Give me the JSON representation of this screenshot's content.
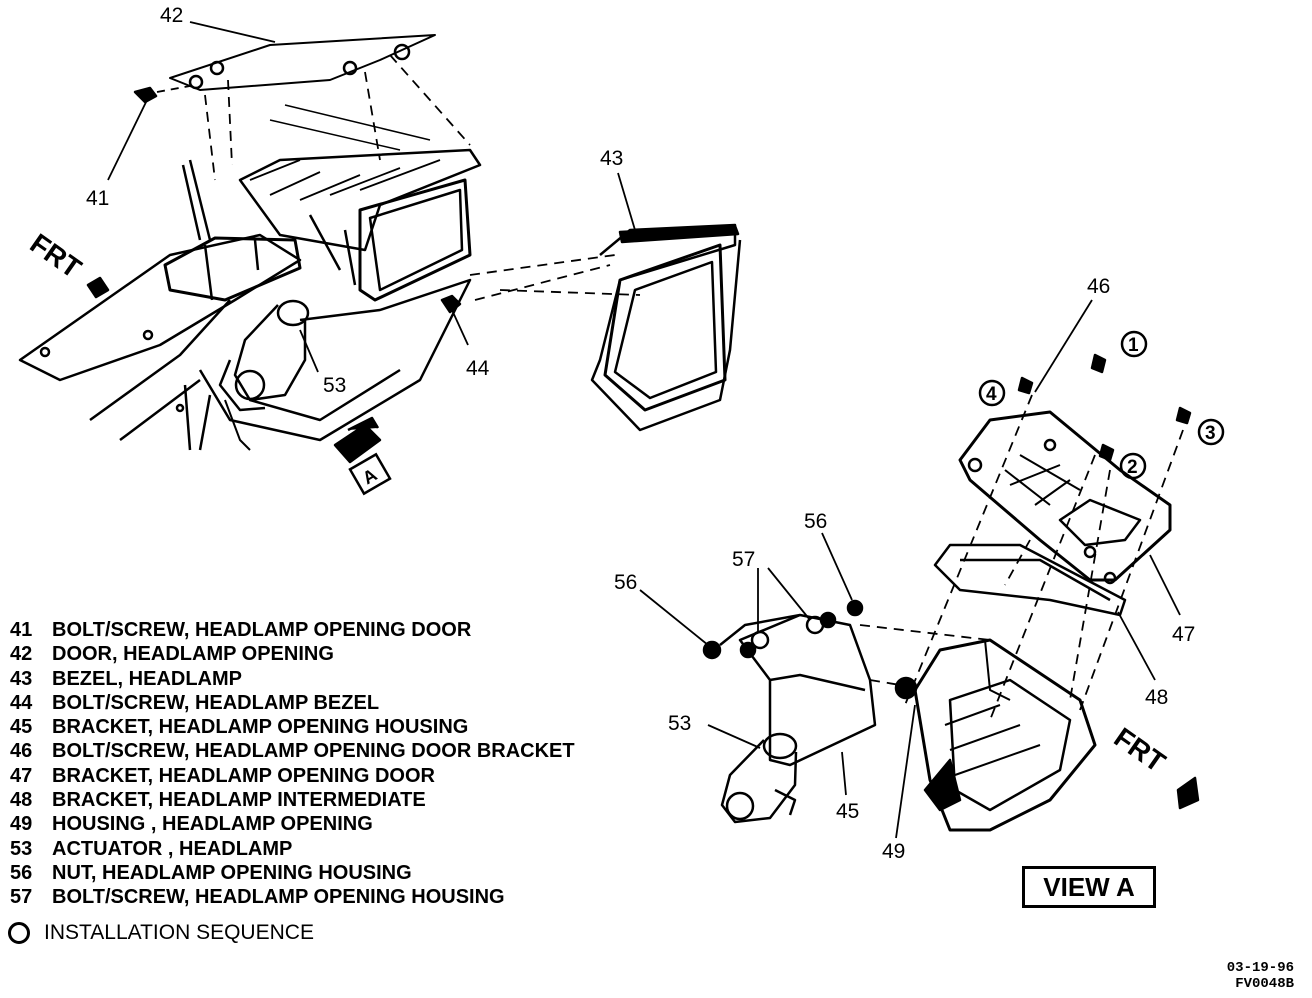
{
  "callouts": {
    "c41": "41",
    "c42": "42",
    "c43": "43",
    "c44": "44",
    "c53_top": "53",
    "c46": "46",
    "c56_right": "56",
    "c56_left": "56",
    "c57": "57",
    "c47": "47",
    "c48": "48",
    "c53_bottom": "53",
    "c45": "45",
    "c49": "49"
  },
  "sequence_markers": {
    "s1": "1",
    "s2": "2",
    "s3": "3",
    "s4": "4"
  },
  "view_marker": "A",
  "front_labels": {
    "top": "FRT",
    "bottom": "FRT"
  },
  "legend": [
    {
      "num": "41",
      "text": "BOLT/SCREW, HEADLAMP OPENING DOOR"
    },
    {
      "num": "42",
      "text": "DOOR, HEADLAMP OPENING"
    },
    {
      "num": "43",
      "text": "BEZEL, HEADLAMP"
    },
    {
      "num": "44",
      "text": "BOLT/SCREW, HEADLAMP BEZEL"
    },
    {
      "num": "45",
      "text": "BRACKET, HEADLAMP OPENING HOUSING"
    },
    {
      "num": "46",
      "text": "BOLT/SCREW, HEADLAMP OPENING DOOR BRACKET"
    },
    {
      "num": "47",
      "text": "BRACKET, HEADLAMP OPENING DOOR"
    },
    {
      "num": "48",
      "text": "BRACKET, HEADLAMP INTERMEDIATE"
    },
    {
      "num": "49",
      "text": "HOUSING , HEADLAMP OPENING"
    },
    {
      "num": "53",
      "text": "ACTUATOR , HEADLAMP"
    },
    {
      "num": "56",
      "text": "NUT, HEADLAMP OPENING HOUSING"
    },
    {
      "num": "57",
      "text": "BOLT/SCREW, HEADLAMP OPENING HOUSING"
    }
  ],
  "installation_note": "INSTALLATION SEQUENCE",
  "view_title": "VIEW A",
  "doc_date": "03-19-96",
  "doc_code": "FV0048B"
}
